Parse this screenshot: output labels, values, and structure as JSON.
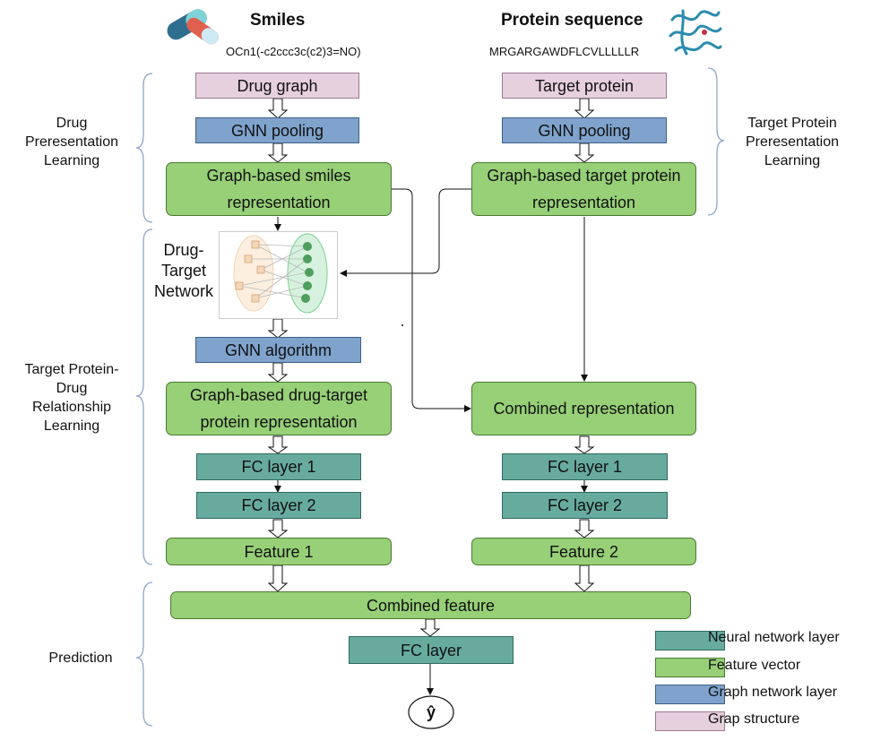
{
  "header": {
    "drug_title": "Smiles",
    "drug_smiles": "OCn1(-c2ccc3c(c2)3=NO)",
    "protein_title": "Protein sequence",
    "protein_seq": "MRGARGAWDFLCVLLLLLR"
  },
  "left": {
    "drug_graph": "Drug graph",
    "gnn_pooling": "GNN pooling",
    "smiles_rep_line1": "Graph-based smiles",
    "smiles_rep_line2": "representation",
    "dt_network_label": "Drug-\nTarget\nNetwork",
    "gnn_algorithm": "GNN algorithm",
    "dt_rep_line1": "Graph-based drug-target",
    "dt_rep_line2": "protein representation",
    "fc1": "FC layer 1",
    "fc2": "FC layer 2",
    "feature": "Feature 1"
  },
  "right": {
    "target_protein": "Target protein",
    "gnn_pooling": "GNN pooling",
    "tp_rep_line1": "Graph-based target protein",
    "tp_rep_line2": "representation",
    "combined_rep": "Combined representation",
    "fc1": "FC layer 1",
    "fc2": "FC layer 2",
    "feature": "Feature 2"
  },
  "bottom": {
    "combined_feature": "Combined feature",
    "fc_layer": "FC layer",
    "output": "ŷ"
  },
  "side_labels": {
    "drug_learning": "Drug\nPreresentation\nLearning",
    "target_learning": "Target Protein\nPreresentation\nLearning",
    "relationship": "Target Protein-\nDrug\nRelationship\nLearning",
    "prediction": "Prediction"
  },
  "legend": [
    {
      "label": "Neural network layer",
      "color": "#67ab9f"
    },
    {
      "label": "Feature vector",
      "color": "#97d077"
    },
    {
      "label": "Graph network layer",
      "color": "#7fa3cc"
    },
    {
      "label": "Grap structure",
      "color": "#e6d0de"
    }
  ],
  "icons": {
    "drug": "pill-capsule-icon",
    "protein": "protein-structure-icon",
    "network": "bipartite-graph-icon"
  }
}
